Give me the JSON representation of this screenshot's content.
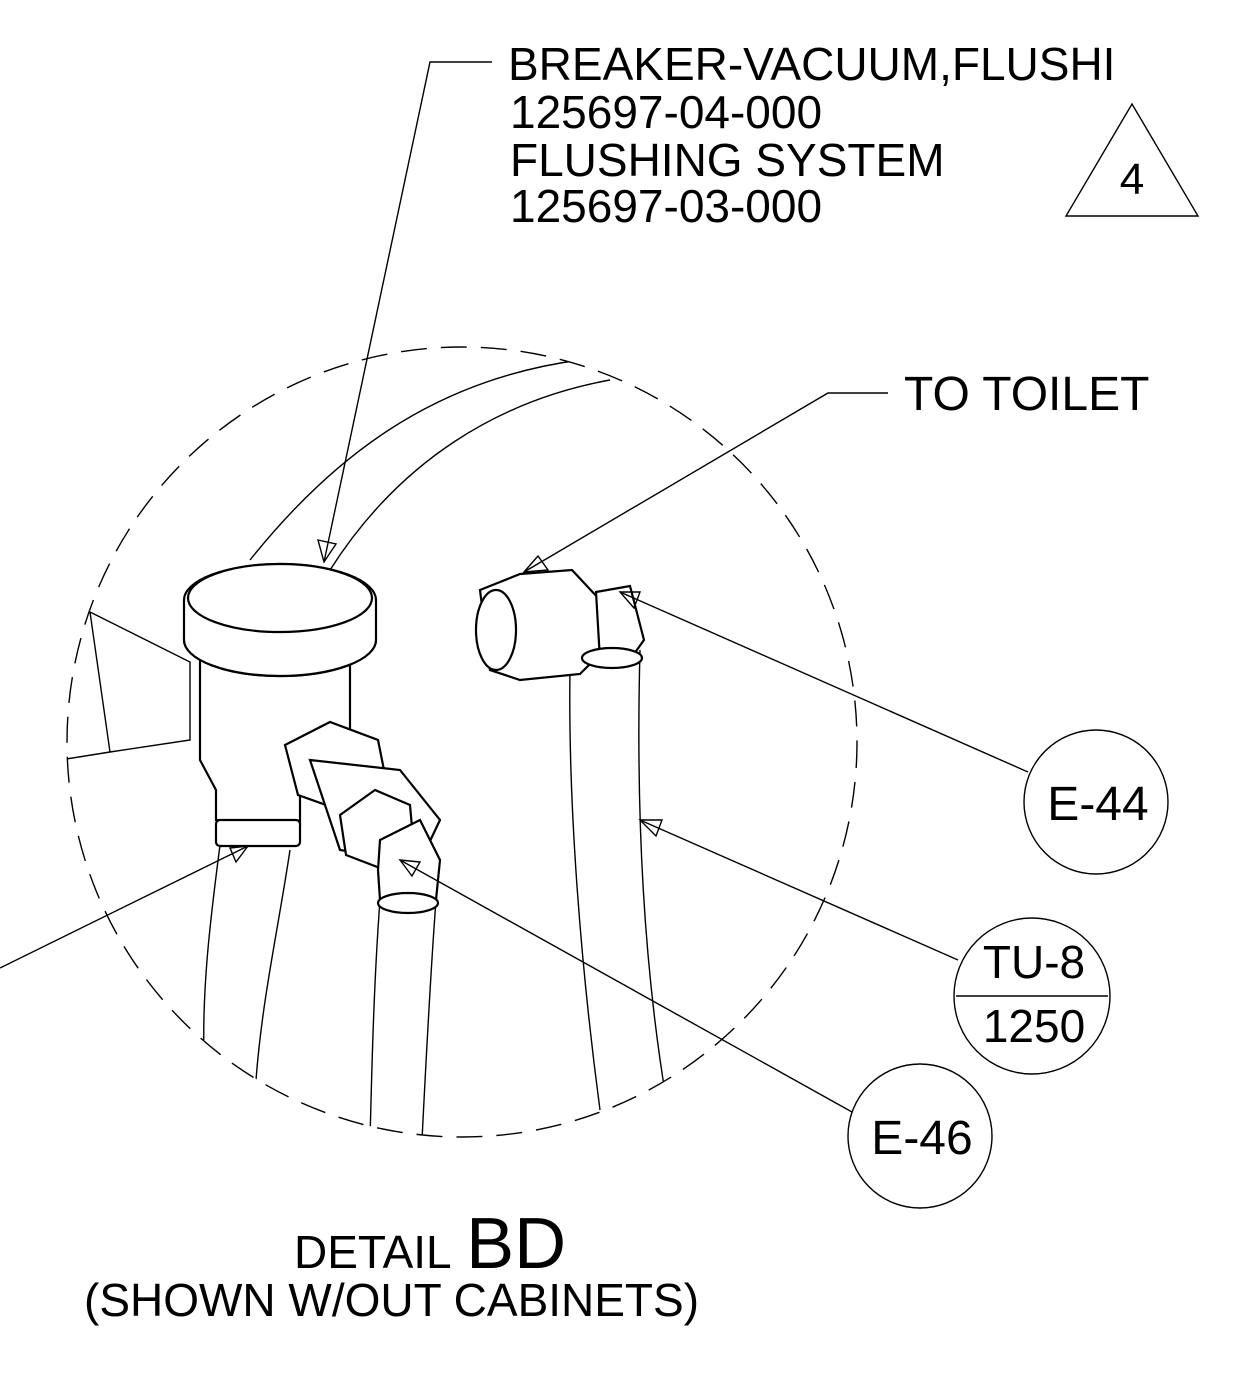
{
  "callout_top": {
    "line1": "BREAKER-VACUUM,FLUSHI",
    "line2": "125697-04-000",
    "line3": "FLUSHING SYSTEM",
    "line4": "125697-03-000",
    "revision": "4"
  },
  "callout_toilet": "TO TOILET",
  "bubbles": {
    "e44": "E-44",
    "e46": "E-46",
    "tu_top": "TU-8",
    "tu_bottom": "1250"
  },
  "title": {
    "detail_word": "DETAIL",
    "detail_id": "BD",
    "subtitle": "(SHOWN W/OUT CABINETS)"
  },
  "colors": {
    "ink": "#000000",
    "paper": "#ffffff"
  }
}
